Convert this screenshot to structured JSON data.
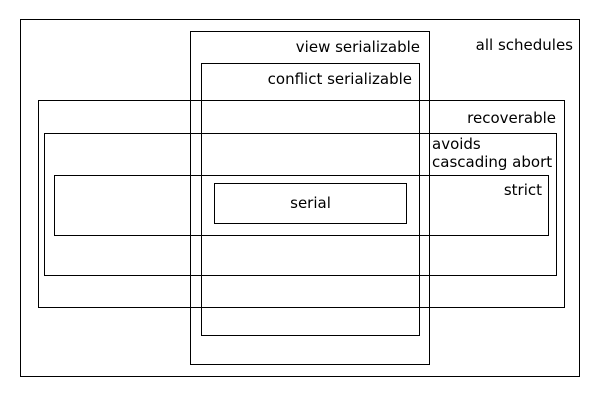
{
  "diagram": {
    "type": "nested-set-venn",
    "title": "Classification of database schedules",
    "background_color": "#ffffff",
    "line_color": "#000000",
    "text_color": "#000000",
    "regions": [
      {
        "id": "all-schedules",
        "label": "all schedules",
        "label_align": "right",
        "level": 0
      },
      {
        "id": "view-serializable",
        "label": "view serializable",
        "label_align": "right",
        "level": 1
      },
      {
        "id": "conflict-serializable",
        "label": "conflict serializable",
        "label_align": "right",
        "level": 2
      },
      {
        "id": "recoverable",
        "label": "recoverable",
        "label_align": "right",
        "level": 1
      },
      {
        "id": "avoids-cascading-abort",
        "label": "avoids\ncascading abort",
        "label_align": "left",
        "level": 2
      },
      {
        "id": "strict",
        "label": "strict",
        "label_align": "right",
        "level": 3
      },
      {
        "id": "serial",
        "label": "serial",
        "label_align": "center",
        "level": 4
      }
    ]
  }
}
